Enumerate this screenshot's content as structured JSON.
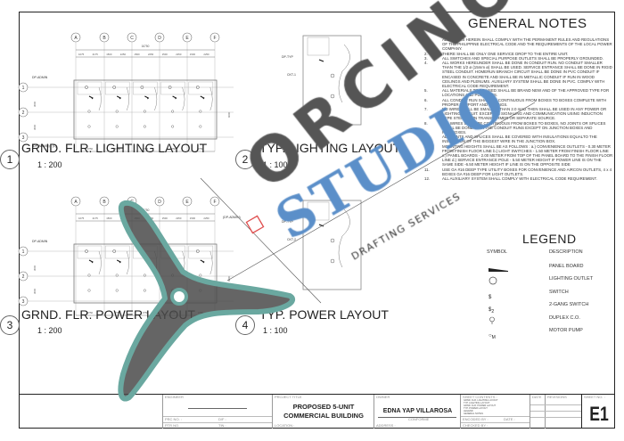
{
  "drawings": [
    {
      "number": "1",
      "title": "GRND. FLR. LIGHTING LAYOUT",
      "scale": "1 : 200"
    },
    {
      "number": "2",
      "title": "TYP. LIGHTING LAYOUT",
      "scale": "1 : 100"
    },
    {
      "number": "3",
      "title": "GRND. FLR. POWER LAYOUT",
      "scale": "1 : 200"
    },
    {
      "number": "4",
      "title": "TYP. POWER LAYOUT",
      "scale": "1 : 100"
    }
  ],
  "plan_labels": {
    "grid_cols": [
      "A",
      "B",
      "C",
      "D",
      "E",
      "F"
    ],
    "grid_rows": [
      "1",
      "2",
      "3"
    ],
    "overall_dim": "16750",
    "top_dims": [
      "1075",
      "2175",
      "1500",
      "2250",
      "1500",
      "2250",
      "1500",
      "2250",
      "1500",
      "2250"
    ],
    "bottom_dims": [
      "3750",
      "3750",
      "3750",
      "3750",
      "3750"
    ],
    "side_dims": [
      "3000",
      "3000",
      "6000"
    ],
    "dp_admin": "DP-ADMIN",
    "dp_admin_ref": "(DP-ADMIN) - (1)",
    "dp_admin_paren": "(DP-ADMIN)",
    "dp_typ": "DP-TYP",
    "ckt1": "CKT-1",
    "ckt2": "CKT-2"
  },
  "general_notes": {
    "title": "GENERAL NOTES",
    "items": [
      {
        "n": "1.",
        "text": "ALL WORKS HEREIN SHALL COMPLY WITH THE PERMANENT RULES AND REGULATIONS OF THE PHILIPPINE ELECTRICAL CODE AND THE REQUIREMENTS OF THE LOCAL POWER COMPANY."
      },
      {
        "n": "2.",
        "text": "THERE SHALL BE ONLY ONE SERVICE DROP TO THE ENTIRE UNIT."
      },
      {
        "n": "3.",
        "text": "ALL SWITCHES AND SPECIAL PURPOSE OUTLETS SHALL BE PROPERLY GROUNDED."
      },
      {
        "n": "4.",
        "text": "ALL WORKS HEREUNDER SHALL BE DONE IN CONDUIT RUN. NO CONDUIT SMALLER THAN THE 1/2 ø (15mm ø) SHALL BE USED. SERVICE ENTRANCE SHALL BE DONE IN RIGID STEEL CONDUIT. HOMERUN BRANCH CIRCUIT SHALL BE DONE IN PVC CONDUIT IF ENCASED IN CONCRETE AND SHALL BE IN METALLIC CONDUIT IF RUN IN WOOD CEILINGS AND PLENUMS. AUXILIARY SYSTEM SHALL BE DONE IN PVC. COMPLY WITH ELECTRICAL CODE REQUIREMENT."
      },
      {
        "n": "5.",
        "text": "ALL MATERIALS TO BE USED SHALL BE BRAND NEW AND OF THE APPROVED TYPE FOR LOCATIONS AND PURPOSES."
      },
      {
        "n": "6.",
        "text": "ALL CONDUIT RUN SHALL BE CONTINUOUS FROM BOXES TO BOXES COMPLETE WITH PROPER SUPPORT AND FITTINGS."
      },
      {
        "n": "7.",
        "text": "NO WIRE SHALL BE SMALLER THAN 2.0 mm2 THEN SHALL BE USED IN ANY POWER OR LIGHTING CIRCUIT. EXCEPT IN SIGNALING AND COMMUNICATION USING INDUCTION TYPE STEP DOWN TRANSFORMER OR SEPARATE SOURCE."
      },
      {
        "n": "8.",
        "text": "ALL WIRES SHALL BE CONTINUOUS FROM BOXES TO BOXES, NO JOINTS OR SPLICES SHALL BE DONE WITH THE CONDUIT RUNS EXCEPT ON JUNCTION BOXES AND PULLBOXES."
      },
      {
        "n": "9.",
        "text": "ALL JOINTS AND SPLICES SHALL BE COVERED WITH INSULATIONS EQUALTO THE INSULATION OF THE BIGGEST WIRE IN THE JUNCTION BOX."
      },
      {
        "n": "10.",
        "text": "MOUNTING HEIGHTS SHALL BE AS FOLLOWS : a.) CONVENIENCE OUTLETS - 0.30 METER FROM FINISH FLOOR LINE b.) LIGHT SWITCHES - 1.50 METER FROM FINISH FLOOR LINE c.) PANEL BOARDS - 2.00 METER FROM TOP OF THE PANEL BOARD TO THE FINISH FLOOR LINE d.) SERVICE ENTRANCE POLE - 5.50 METER HEIGHT IF POWER LINE IS ON THE SAME SIDE -6.50 METER HEIGHT IF LINE IS ON THE OPPOSITE SIDE"
      },
      {
        "n": "11.",
        "text": "USE GA #16 DEEP TYPE UTILITY BOXES FOR CONVENIENCE AND AIRCON OUTLETS, 4 x 4 BOXES GA #16 DEEP FOR LIGHT OUTLETS."
      },
      {
        "n": "12.",
        "text": "ALL AUXILIARY SYSTEM SHALL COMPLY WITH ELECTRICAL CODE REQUIREMENT."
      }
    ]
  },
  "legend": {
    "title": "LEGEND",
    "symbol_header": "SYMBOL",
    "description_header": "DESCRIPTION",
    "items": [
      {
        "icon": "panel-board-icon",
        "label": "PANEL BOARD"
      },
      {
        "icon": "lighting-outlet-icon",
        "label": "LIGHTING OUTLET"
      },
      {
        "icon": "switch-icon",
        "label": "SWITCH"
      },
      {
        "icon": "2-gang-switch-icon",
        "label": "2-GANG SWITCH"
      },
      {
        "icon": "duplex-outlet-icon",
        "label": "DUPLEX C.O."
      },
      {
        "icon": "motor-pump-icon",
        "label": "MOTOR PUMP"
      }
    ]
  },
  "title_block": {
    "engineer_label": "ENGINEER",
    "prc_label": "PRC NO. :",
    "ptr_label": "PTR NO.",
    "date_label": "D/F :",
    "tin_label": "TIN :",
    "project_label": "PROJECT TITLE",
    "project_line1": "PROPOSED 5-UNIT",
    "project_line2": "COMMERCIAL BUILDING",
    "location_label": "LOCATION :",
    "owner_label": "OWNER",
    "owner": "EDNA YAP VILLAROSA",
    "conforme": "CONFORME",
    "address_label": "ADDRESS :",
    "sheet_contents_label": "SHEET CONTENTS :",
    "sheet_contents": [
      "GRND. FLR. LIGHTING LAYOUT",
      "TYP. LIGHTING LAYOUT",
      "GRND. FLR. POWER LAYOUT",
      "TYP. POWER LAYOUT",
      "LEGEND",
      "GENERAL NOTES"
    ],
    "encoded_label": "ENCODED BY :",
    "date2_label": "DATE :",
    "checked_label": "CHECKED BY :",
    "date_col_label": "DATE",
    "revisions_label": "REVISIONS",
    "sheet_no_label": "SHEET NO. :",
    "sheet_no": "E1"
  },
  "watermark": {
    "line1": "ORCINO",
    "line2": "STUDIO",
    "line3": "DRAFTING SERVICES",
    "colors": {
      "dark": "#555555",
      "blue": "#5b8fc9",
      "teal": "#6aa8a0",
      "red": "#e05050"
    }
  }
}
